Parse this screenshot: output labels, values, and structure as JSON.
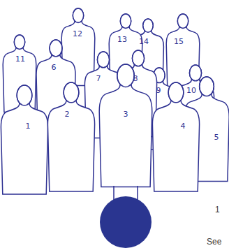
{
  "diagram": {
    "labels": [
      "1",
      "2",
      "3",
      "4",
      "5",
      "6",
      "7",
      "8",
      "9",
      "10",
      "11",
      "12",
      "13",
      "14",
      "15",
      "1",
      "See"
    ]
  }
}
